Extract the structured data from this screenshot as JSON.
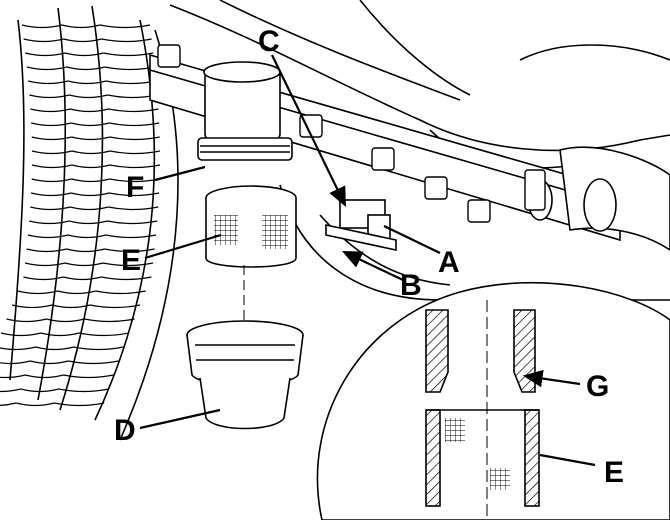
{
  "figure": {
    "stroke_color": "#000000",
    "background": "#ffffff",
    "callouts": {
      "a": "A",
      "b": "B",
      "c": "C",
      "d": "D",
      "e_main": "E",
      "e_detail": "E",
      "f": "F",
      "g": "G"
    }
  }
}
